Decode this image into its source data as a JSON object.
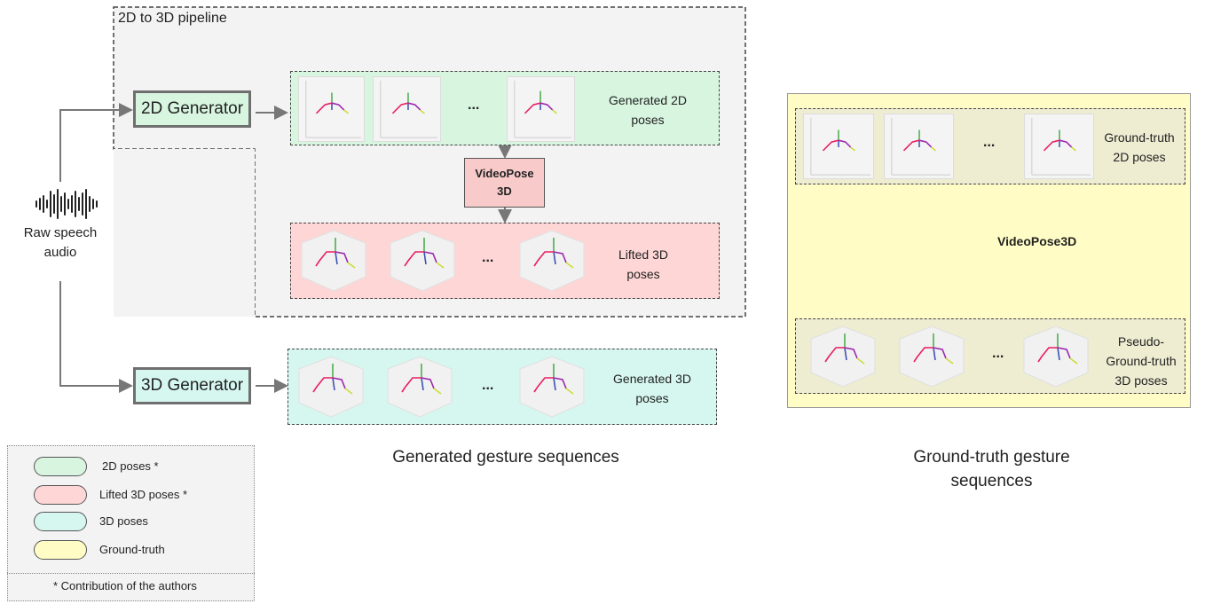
{
  "colors": {
    "green_2d": "#d8f5e0",
    "red_lifted": "#ffd6d6",
    "teal_3d": "#d6f7ef",
    "yellow_gt": "#fffcc6",
    "pipeline_bg": "#f3f3f3",
    "videopose_box": "#f8caca",
    "arrow": "#777777"
  },
  "pipeline": {
    "title": "2D to 3D pipeline",
    "gen2d_label": "2D Generator",
    "gen2d_row_label": "Generated 2D\nposes",
    "videopose_label": "VideoPose\n3D",
    "lifted_row_label": "Lifted 3D\nposes",
    "ellipsis": "..."
  },
  "audio": {
    "icon": "waveform-icon",
    "label": "Raw speech\naudio"
  },
  "gen3d": {
    "gen3d_label": "3D Generator",
    "row_label": "Generated 3D\nposes",
    "ellipsis": "..."
  },
  "ground_truth": {
    "row2d_label": "Ground-truth\n2D poses",
    "videopose_label": "VideoPose3D",
    "row3d_label": "Pseudo-\nGround-truth\n3D poses",
    "ellipsis": "..."
  },
  "captions": {
    "generated": "Generated gesture sequences",
    "ground_truth": "Ground-truth gesture\nsequences"
  },
  "legend": {
    "items": [
      {
        "label": "2D poses  *",
        "color": "#d8f5e0"
      },
      {
        "label": "Lifted 3D poses *",
        "color": "#ffd6d6"
      },
      {
        "label": "3D poses",
        "color": "#d6f7ef"
      },
      {
        "label": "Ground-truth",
        "color": "#fffcc6"
      }
    ],
    "footnote": "*   Contribution of the authors"
  }
}
